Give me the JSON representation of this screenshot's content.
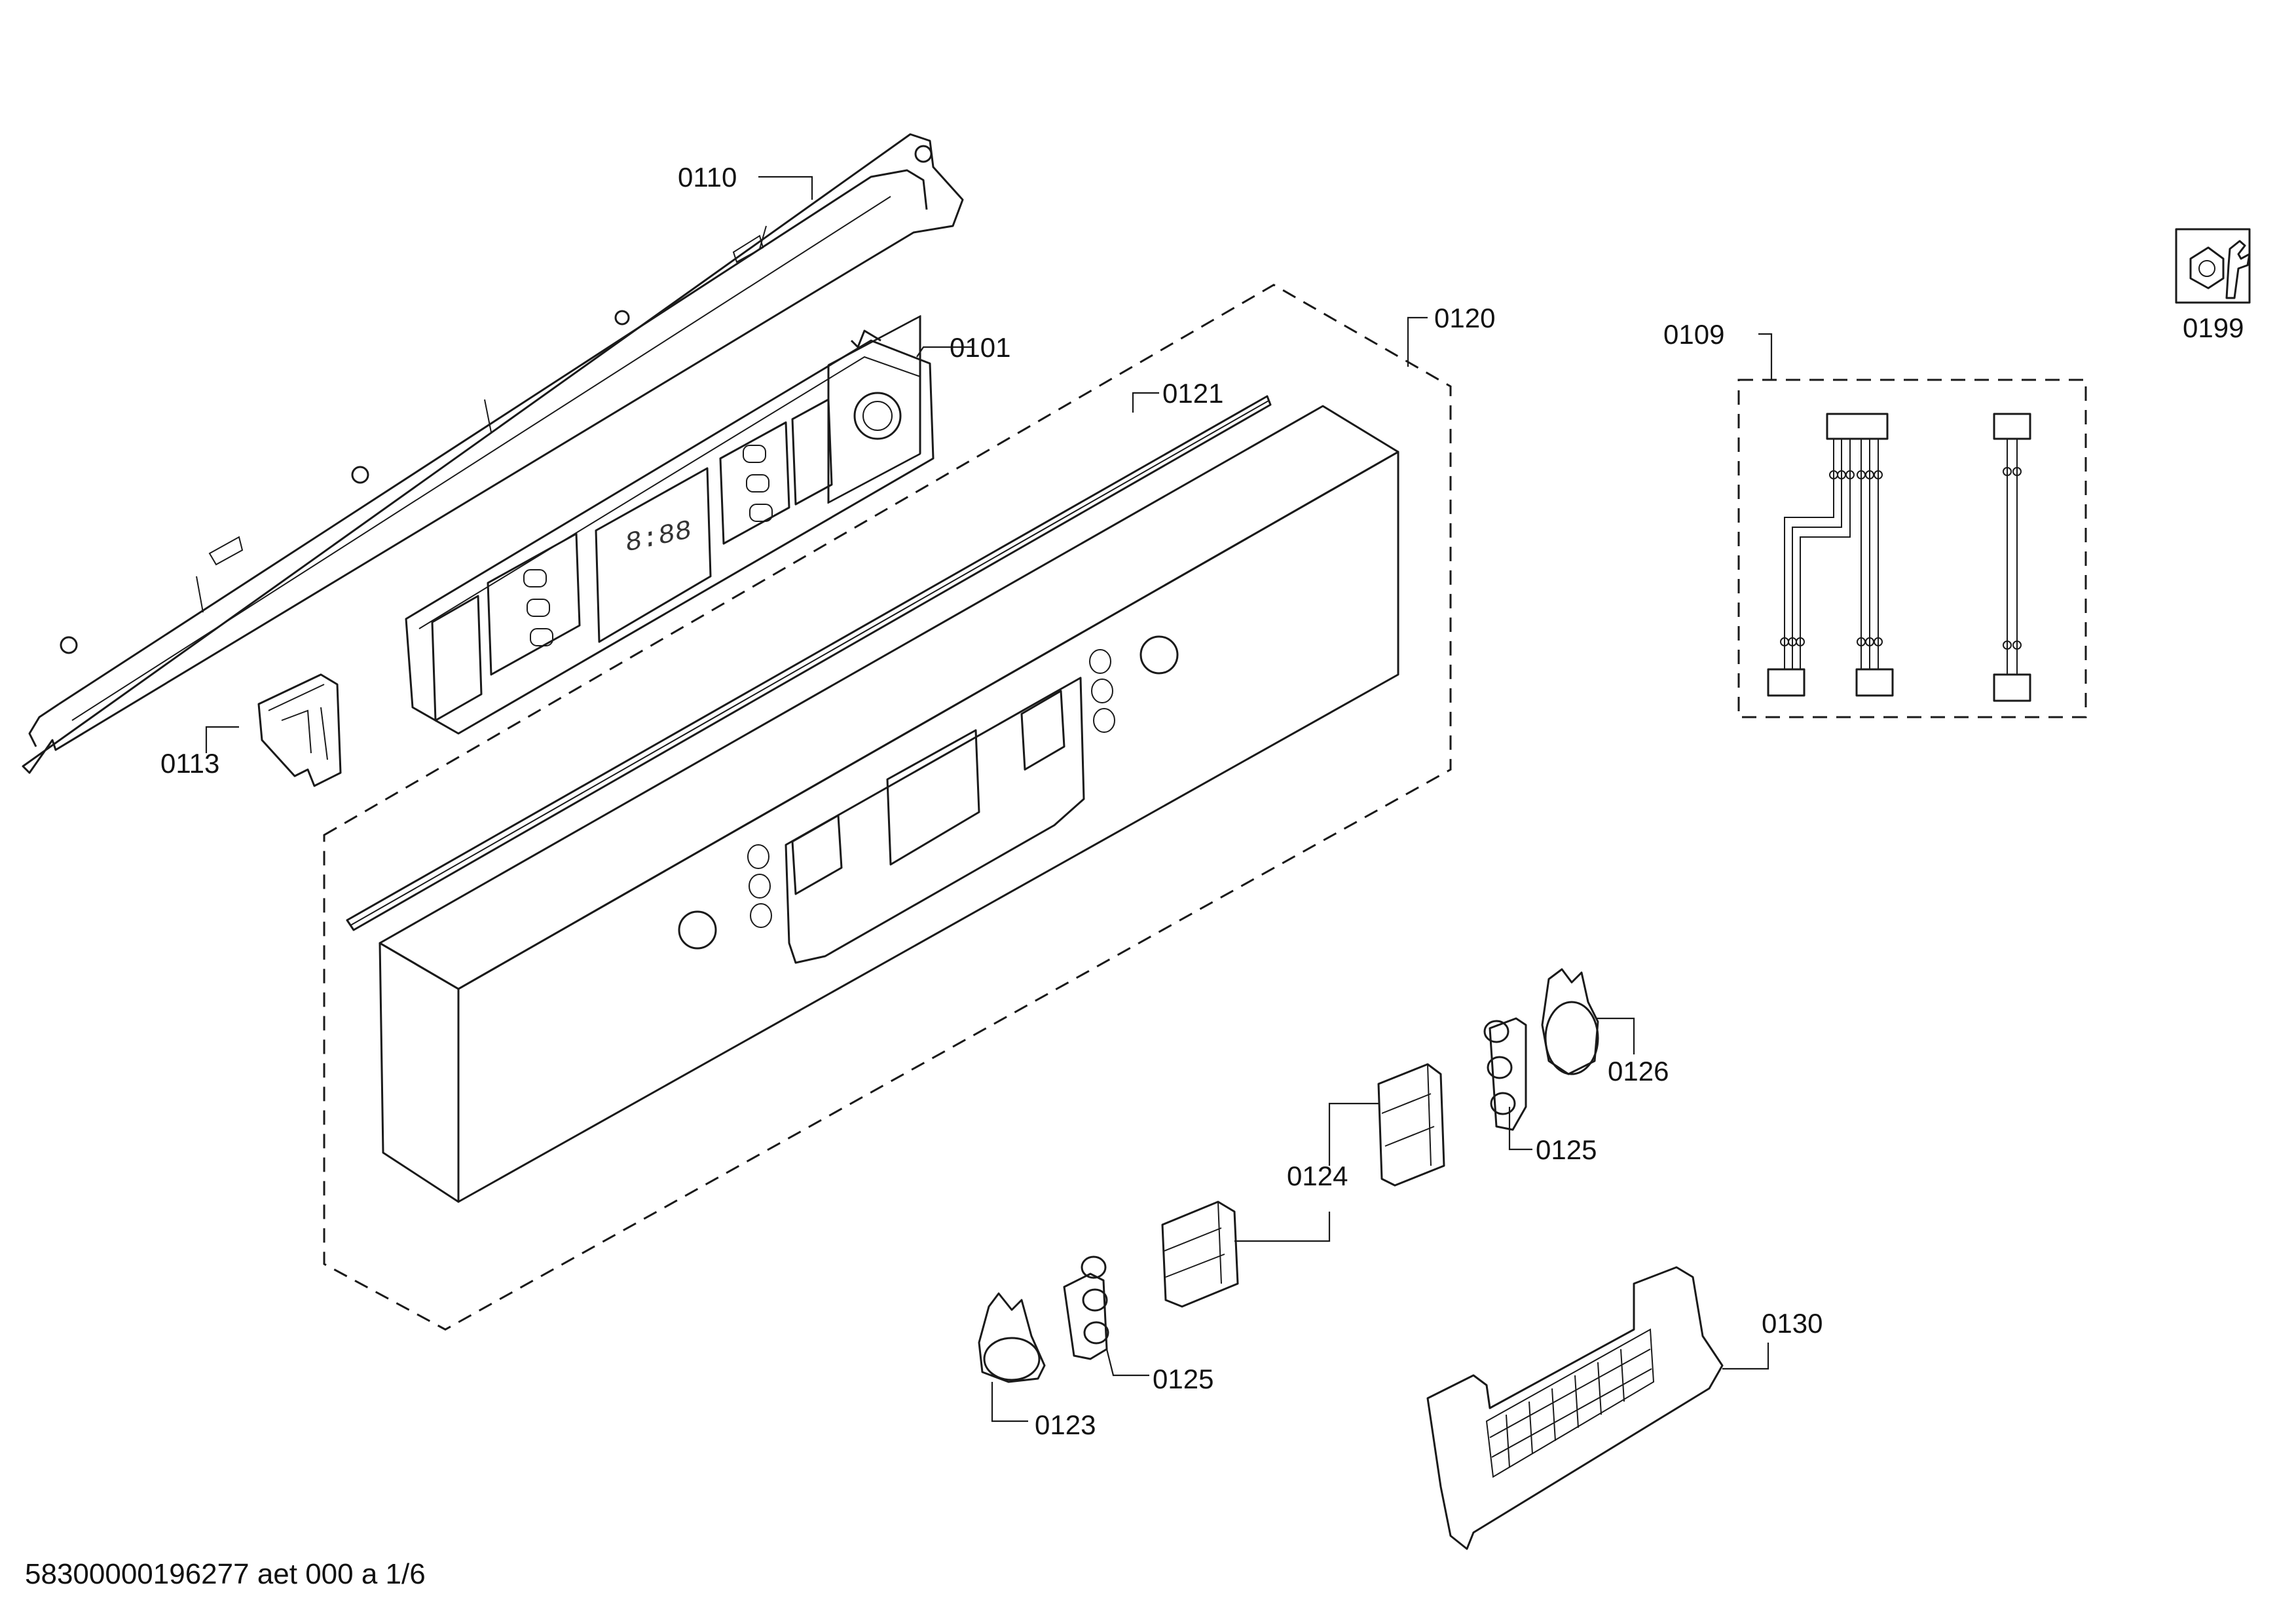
{
  "drawing": {
    "footer_text": "58300000196277 aet 000 a 1/6",
    "tool_icon_name": "wrench-nut-icon"
  },
  "callouts": {
    "c0110": "0110",
    "c0101": "0101",
    "c0113": "0113",
    "c0120": "0120",
    "c0121": "0121",
    "c0109": "0109",
    "c0199": "0199",
    "c0126": "0126",
    "c0125a": "0125",
    "c0124": "0124",
    "c0125b": "0125",
    "c0123": "0123",
    "c0130": "0130"
  }
}
